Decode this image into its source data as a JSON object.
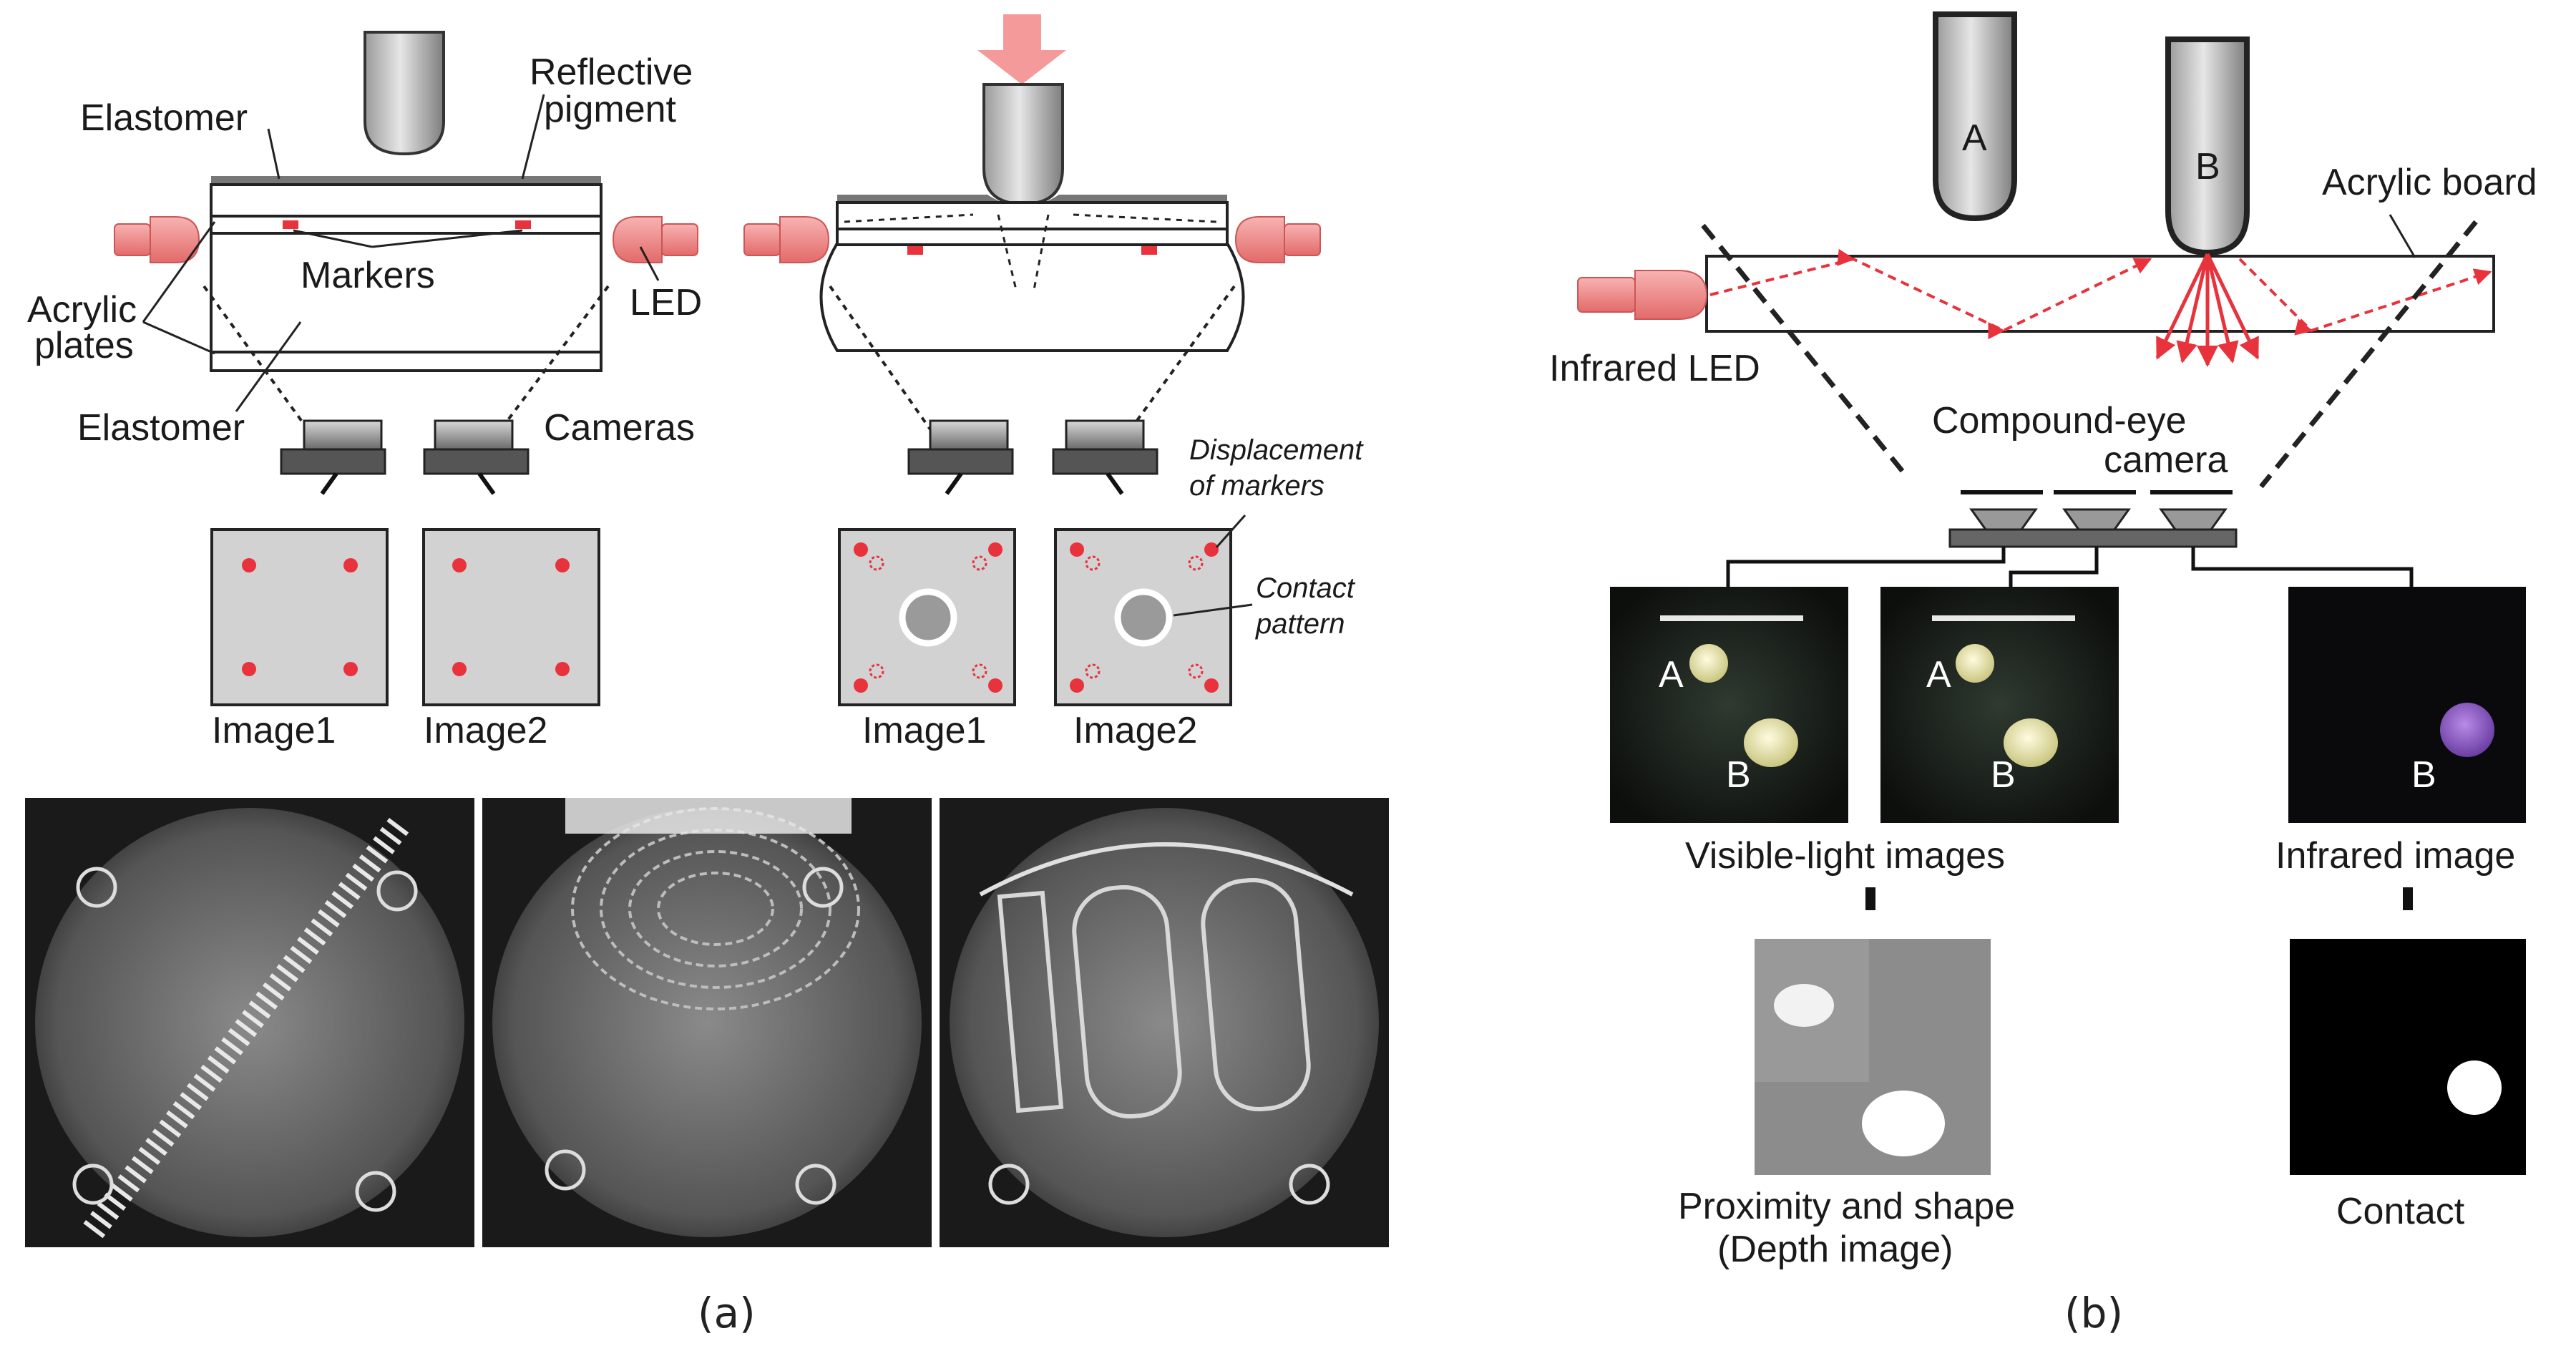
{
  "panel_a": {
    "labels": {
      "elastomer_top": "Elastomer",
      "reflective_pigment_1": "Reflective",
      "reflective_pigment_2": "pigment",
      "markers": "Markers",
      "led": "LED",
      "acrylic_plates_1": "Acrylic",
      "acrylic_plates_2": "plates",
      "elastomer_bottom": "Elastomer",
      "cameras": "Cameras",
      "displacement_1": "Displacement",
      "displacement_2": "of markers",
      "contact_pattern_1": "Contact",
      "contact_pattern_2": "pattern",
      "image1_left": "Image1",
      "image2_left": "Image2",
      "image1_right": "Image1",
      "image2_right": "Image2"
    },
    "caption": "(a)"
  },
  "panel_b": {
    "labels": {
      "probe_a": "A",
      "probe_b": "B",
      "acrylic_board": "Acrylic board",
      "infrared_led": "Infrared LED",
      "compound_eye_1": "Compound-eye",
      "compound_eye_2": "camera",
      "visible_light_images": "Visible-light images",
      "infrared_image": "Infrared image",
      "proximity_shape_1": "Proximity and shape",
      "proximity_shape_2": "(Depth image)",
      "contact": "Contact",
      "img1_a": "A",
      "img1_b": "B",
      "img2_a": "A",
      "img2_b": "B",
      "ir_b": "B"
    },
    "caption": "(b)"
  },
  "colors": {
    "marker_red": "#e8323c",
    "led_pink": "#f08a8a",
    "probe_gray": "#c8c8c8",
    "camera_dark": "#555555",
    "screen_gray": "#d2d2d2"
  }
}
